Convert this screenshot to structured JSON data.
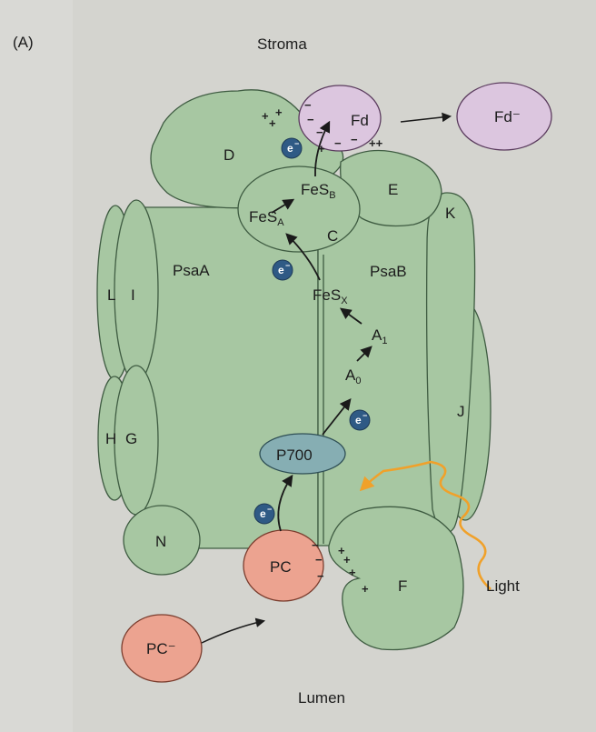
{
  "panel_label": "(A)",
  "regions": {
    "top": "Stroma",
    "bottom": "Lumen"
  },
  "subunits": {
    "D": "D",
    "E": "E",
    "C": "C",
    "K": "K",
    "PsaA": "PsaA",
    "PsaB": "PsaB",
    "L": "L",
    "I": "I",
    "H": "H",
    "G": "G",
    "J": "J",
    "N": "N",
    "F": "F"
  },
  "cofactors": {
    "FeSB": {
      "base": "FeS",
      "sub": "B"
    },
    "FeSA": {
      "base": "FeS",
      "sub": "A"
    },
    "FeSX": {
      "base": "FeS",
      "sub": "X"
    },
    "A1": {
      "base": "A",
      "sub": "1"
    },
    "A0": {
      "base": "A",
      "sub": "0"
    },
    "P700": "P700"
  },
  "carriers": {
    "Fd": "Fd",
    "Fd_reduced": "Fd⁻",
    "PC": "PC",
    "PC_reduced": "PC⁻"
  },
  "electron": {
    "symbol": "e",
    "charge": "−"
  },
  "light_label": "Light",
  "charges": {
    "plus": "+",
    "plus_pair": "++",
    "minus": "−"
  },
  "colors": {
    "protein": "#a7c7a2",
    "protein_stroke": "#3f5c42",
    "fd": "#dcc6df",
    "pc": "#eca390",
    "p700": "#86aeb3",
    "electron": "#2f5a85",
    "light": "#f0a12a",
    "background": "#d9d9d5"
  }
}
